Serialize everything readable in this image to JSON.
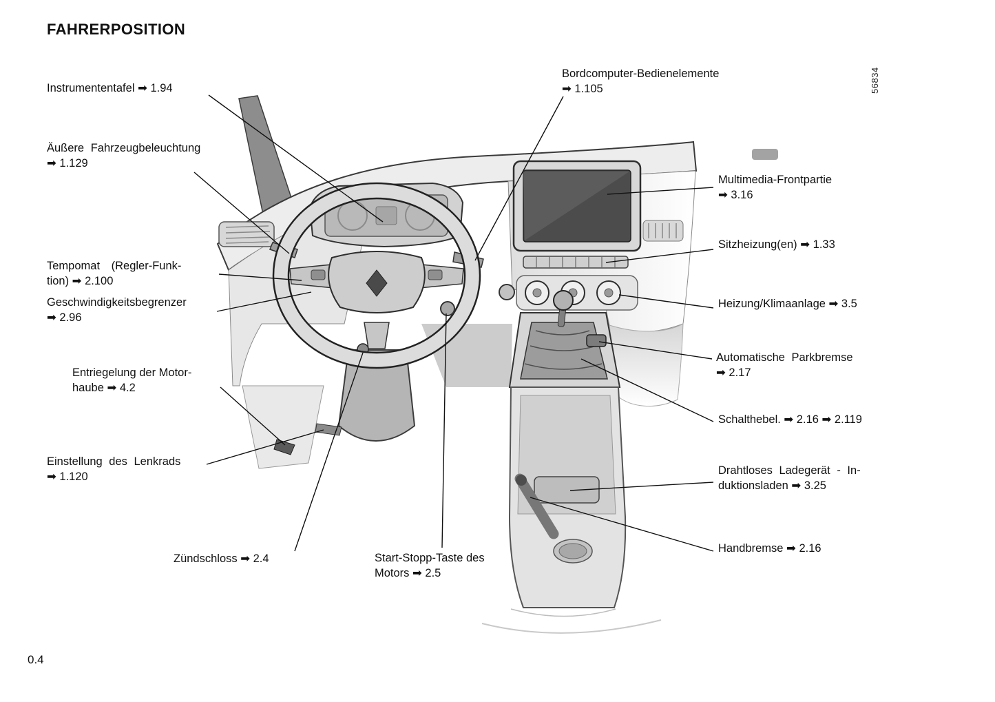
{
  "page": {
    "title": "FAHRERPOSITION",
    "page_number": "0.4",
    "figure_number": "56834"
  },
  "callouts": {
    "instrument_panel": {
      "lines": [
        "Instrumententafel ➡ 1.94"
      ]
    },
    "exterior_lighting": {
      "lines": [
        "Äußere Fahrzeugbeleuchtung",
        "➡ 1.129"
      ]
    },
    "cruise_control": {
      "lines": [
        "Tempomat (Regler-Funk-",
        "tion) ➡ 2.100"
      ]
    },
    "speed_limiter": {
      "lines": [
        "Geschwindigkeitsbegrenzer",
        "➡ 2.96"
      ]
    },
    "hood_release": {
      "lines": [
        "Entriegelung der Motor-",
        "haube ➡ 4.2"
      ]
    },
    "steering_adjust": {
      "lines": [
        "Einstellung des Lenkrads",
        "➡ 1.120"
      ]
    },
    "ignition": {
      "lines": [
        "Zündschloss ➡ 2.4"
      ]
    },
    "start_stop": {
      "lines": [
        "Start-Stopp-Taste des",
        "Motors ➡ 2.5"
      ]
    },
    "trip_computer": {
      "lines": [
        "Bordcomputer-Bedienelemente",
        "➡ 1.105"
      ]
    },
    "multimedia": {
      "lines": [
        "Multimedia-Frontpartie",
        "➡ 3.16"
      ]
    },
    "seat_heating": {
      "lines": [
        "Sitzheizung(en) ➡ 1.33"
      ]
    },
    "climate": {
      "lines": [
        "Heizung/Klimaanlage ➡ 3.5"
      ]
    },
    "parking_brake_auto": {
      "lines": [
        "Automatische Parkbremse",
        "➡ 2.17"
      ]
    },
    "gear_lever": {
      "lines": [
        "Schalthebel. ➡ 2.16 ➡ 2.119"
      ]
    },
    "wireless_charger": {
      "lines": [
        "Drahtloses Ladegerät - In-",
        "duktionsladen ➡ 3.25"
      ]
    },
    "handbrake": {
      "lines": [
        "Handbremse ➡ 2.16"
      ]
    }
  }
}
